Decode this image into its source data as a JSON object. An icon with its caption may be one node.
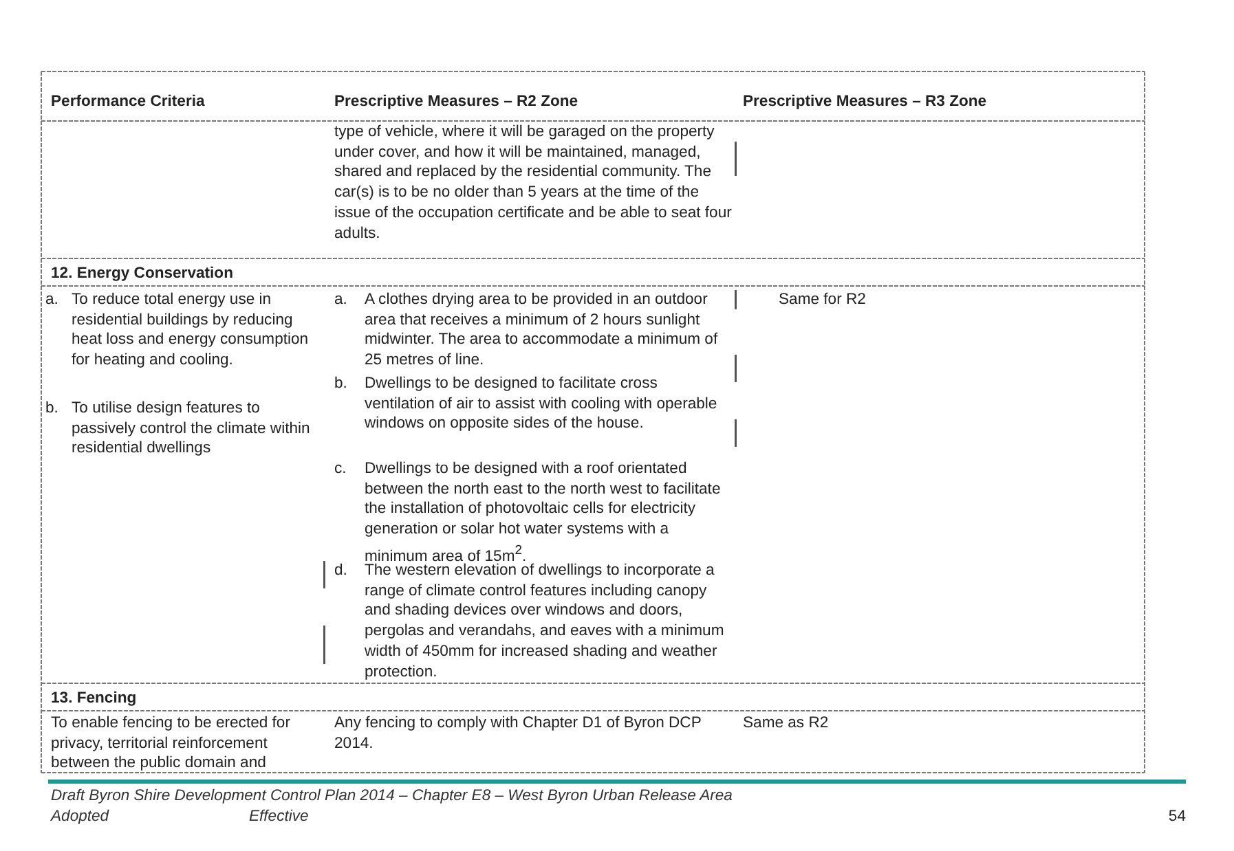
{
  "diagram": {
    "labels": [
      "Performance Criteria",
      "Prescriptive Measures – R2 Zone",
      "Prescriptive Measures – R3 Zone",
      "type of vehicle, where it will be garaged on the property under cover, and how it will be maintained, managed, shared and replaced by the residential community. The car(s) is to be no older than 5 years at the time of the issue of the occupation certificate and be able to seat four adults.",
      "12. Energy Conservation",
      "a.",
      "To reduce total energy use in residential buildings by reducing heat loss and energy consumption for heating and cooling.",
      "b.",
      "To utilise design features to passively control the climate within residential dwellings",
      "a.",
      "A clothes drying area to be provided in an outdoor area that receives a minimum of 2 hours sunlight midwinter. The area to accommodate a minimum of 25 metres of line.",
      "b.",
      "Dwellings to be designed to facilitate cross ventilation of air to assist with cooling with operable windows on opposite sides of the house.",
      "c.",
      "Dwellings to be designed with a roof orientated between the north east to the north west to facilitate the installation of photovoltaic cells for electricity generation or solar hot water systems with a minimum area of 15m$^{2}$.",
      "d.",
      "The western elevation of dwellings to incorporate a range of climate control features including canopy and shading devices over windows and doors, pergolas and verandahs, and eaves with a minimum width of 450mm for increased shading and weather protection.",
      "Same for R2",
      "13. Fencing",
      "To enable fencing to be erected for privacy, territorial reinforcement between the public domain and",
      "Any fencing to comply with Chapter D1 of Byron DCP 2014.",
      "Same as R2",
      "Draft Byron Shire Development Control Plan 2014 – Chapter E8 – West Byron Urban Release Area",
      "Adopted",
      "Effective",
      "54"
    ]
  }
}
